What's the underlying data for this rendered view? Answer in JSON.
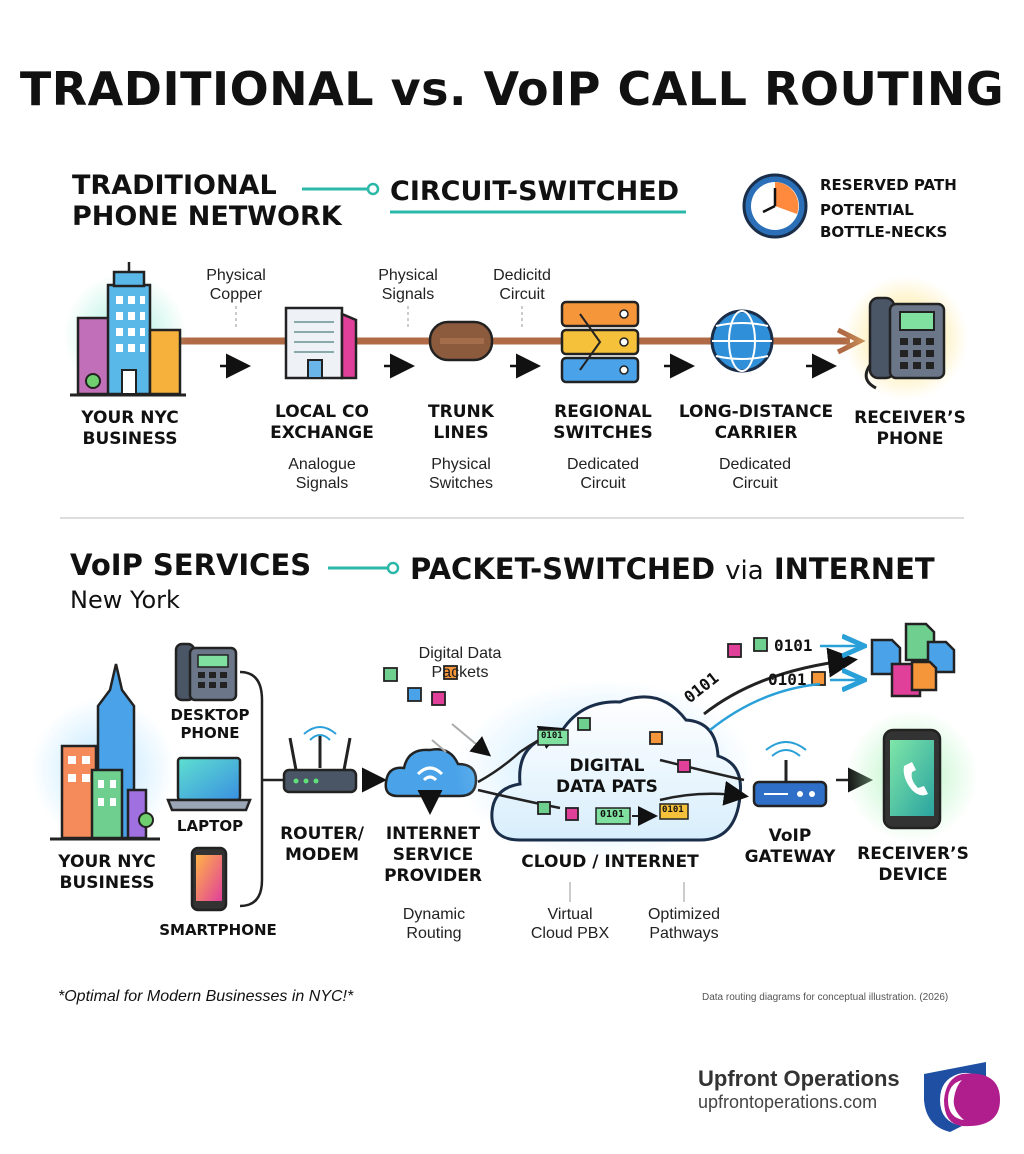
{
  "title": "TRADITIONAL vs. VoIP CALL ROUTING",
  "traditional": {
    "heading_line1": "TRADITIONAL",
    "heading_line2": "PHONE NETWORK",
    "type": "CIRCUIT-SWITCHED",
    "legend": [
      "RESERVED PATH",
      "POTENTIAL",
      "BOTTLE-NECKS"
    ],
    "path_labels": [
      {
        "line1": "Physical",
        "line2": "Copper"
      },
      {
        "line1": "Physical",
        "line2": "Signals"
      },
      {
        "line1": "Dedicitd",
        "line2": "Circuit"
      }
    ],
    "nodes": [
      {
        "name_line1": "YOUR NYC",
        "name_line2": "BUSINESS",
        "note_line1": "",
        "note_line2": ""
      },
      {
        "name_line1": "LOCAL CO",
        "name_line2": "EXCHANGE",
        "note_line1": "Analogue",
        "note_line2": "Signals"
      },
      {
        "name_line1": "TRUNK",
        "name_line2": "LINES",
        "note_line1": "Physical",
        "note_line2": "Switches"
      },
      {
        "name_line1": "REGIONAL",
        "name_line2": "SWITCHES",
        "note_line1": "Dedicated",
        "note_line2": "Circuit"
      },
      {
        "name_line1": "LONG-DISTANCE",
        "name_line2": "CARRIER",
        "note_line1": "Dedicated",
        "note_line2": "Circuit"
      },
      {
        "name_line1": "RECEIVER’S",
        "name_line2": "PHONE",
        "note_line1": "",
        "note_line2": ""
      }
    ]
  },
  "voip": {
    "heading": "VoIP SERVICES",
    "location": "New York",
    "type_bold1": "PACKET-SWITCHED",
    "type_via": "via",
    "type_bold2": "INTERNET",
    "business_line1": "YOUR NYC",
    "business_line2": "BUSINESS",
    "devices": [
      "DESKTOP PHONE",
      "LAPTOP",
      "SMARTPHONE"
    ],
    "desktop_line1": "DESKTOP",
    "desktop_line2": "PHONE",
    "router_line1": "ROUTER/",
    "router_line2": "MODEM",
    "isp_line1": "INTERNET",
    "isp_line2": "SERVICE",
    "isp_line3": "PROVIDER",
    "isp_note_line1": "Dynamic",
    "isp_note_line2": "Routing",
    "packets_label_line1": "Digital Data",
    "packets_label_line2": "Packets",
    "cloud_inner_line1": "DIGITAL",
    "cloud_inner_line2": "DATA PATS",
    "cloud_label": "CLOUD / INTERNET",
    "cloud_note1_line1": "Virtual",
    "cloud_note1_line2": "Cloud PBX",
    "cloud_note2_line1": "Optimized",
    "cloud_note2_line2": "Pathways",
    "binary": "0101",
    "gateway_line1": "VoIP",
    "gateway_line2": "GATEWAY",
    "receiver_line1": "RECEIVER’S",
    "receiver_line2": "DEVICE"
  },
  "footer": {
    "tagline": "*Optimal for Modern Businesses in NYC!*",
    "disclaimer": "Data routing diagrams for conceptual illustration. (2026)",
    "brand": "Upfront Operations",
    "url": "upfrontoperations.com"
  },
  "colors": {
    "accent_teal": "#2bb8a8",
    "copper": "#b06a45",
    "globe_blue": "#2f8fd8",
    "brand_blue": "#1e4fa3",
    "brand_magenta": "#b01e8e"
  },
  "icons": [
    "skyscraper-icon",
    "building-icon",
    "cable-icon",
    "server-rack-icon",
    "globe-icon",
    "desk-phone-icon",
    "clock-icon",
    "laptop-icon",
    "smartphone-icon",
    "router-icon",
    "cloud-wifi-icon",
    "gateway-icon",
    "mobile-call-icon",
    "documents-icon",
    "brand-logo-icon"
  ]
}
